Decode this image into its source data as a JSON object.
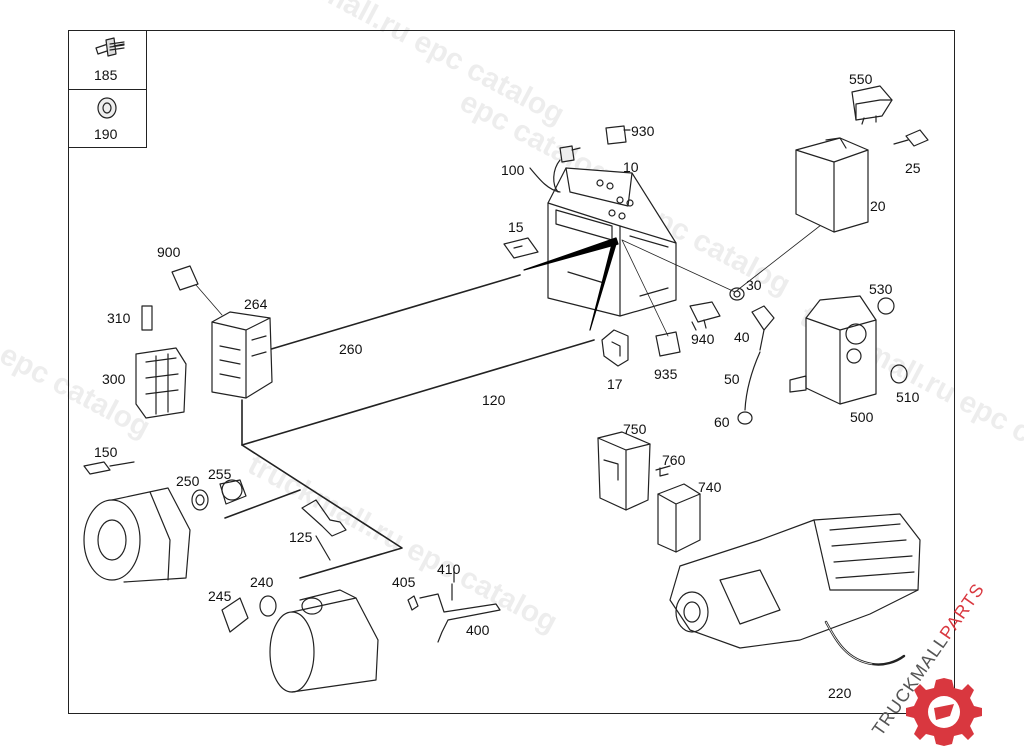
{
  "watermarks": [
    "truckmall.ru epc catalog",
    "epc catalog",
    "truckmall.ru epc catalog",
    "l epc catalog",
    "epc catalog",
    "truckmall.ru epc catalog"
  ],
  "brand": {
    "text_main": "TRUCKMALL",
    "text_accent": "PARTS",
    "accent_color": "#d9373f",
    "icon": "gear-icon"
  },
  "legend": [
    {
      "number": "185",
      "icon": "bolt-icon"
    },
    {
      "number": "190",
      "icon": "nut-icon"
    }
  ],
  "parts": {
    "p10": "10",
    "p15": "15",
    "p17": "17",
    "p20": "20",
    "p25": "25",
    "p30": "30",
    "p40": "40",
    "p50": "50",
    "p60": "60",
    "p100": "100",
    "p120": "120",
    "p125": "125",
    "p150": "150",
    "p220": "220",
    "p240": "240",
    "p245": "245",
    "p250": "250",
    "p255": "255",
    "p260": "260",
    "p264": "264",
    "p300": "300",
    "p310": "310",
    "p400": "400",
    "p405": "405",
    "p410": "410",
    "p500": "500",
    "p510": "510",
    "p530": "530",
    "p550": "550",
    "p740": "740",
    "p750": "750",
    "p760": "760",
    "p900": "900",
    "p930": "930",
    "p935": "935",
    "p940": "940"
  }
}
